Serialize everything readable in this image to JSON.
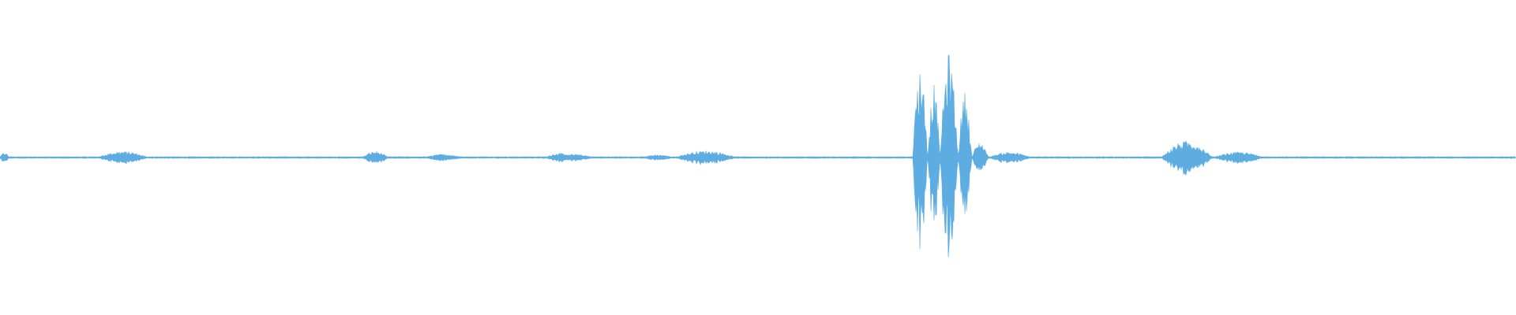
{
  "waveform": {
    "color": "#5dade2",
    "background": "#ffffff",
    "noise_floor": 0.008,
    "segments": [
      {
        "start": 0.0,
        "end": 0.006,
        "peak": 0.045
      },
      {
        "start": 0.064,
        "end": 0.098,
        "peak": 0.055
      },
      {
        "start": 0.239,
        "end": 0.256,
        "peak": 0.055
      },
      {
        "start": 0.28,
        "end": 0.305,
        "peak": 0.03
      },
      {
        "start": 0.36,
        "end": 0.378,
        "peak": 0.04
      },
      {
        "start": 0.365,
        "end": 0.392,
        "peak": 0.03
      },
      {
        "start": 0.423,
        "end": 0.445,
        "peak": 0.025
      },
      {
        "start": 0.445,
        "end": 0.486,
        "peak": 0.06
      },
      {
        "start": 0.602,
        "end": 0.612,
        "peak": 0.83
      },
      {
        "start": 0.612,
        "end": 0.62,
        "peak": 0.67
      },
      {
        "start": 0.62,
        "end": 0.632,
        "peak": 0.95
      },
      {
        "start": 0.632,
        "end": 0.641,
        "peak": 0.6
      },
      {
        "start": 0.641,
        "end": 0.652,
        "peak": 0.14
      },
      {
        "start": 0.652,
        "end": 0.68,
        "peak": 0.05
      },
      {
        "start": 0.766,
        "end": 0.8,
        "peak": 0.15
      },
      {
        "start": 0.8,
        "end": 0.834,
        "peak": 0.05
      }
    ]
  }
}
